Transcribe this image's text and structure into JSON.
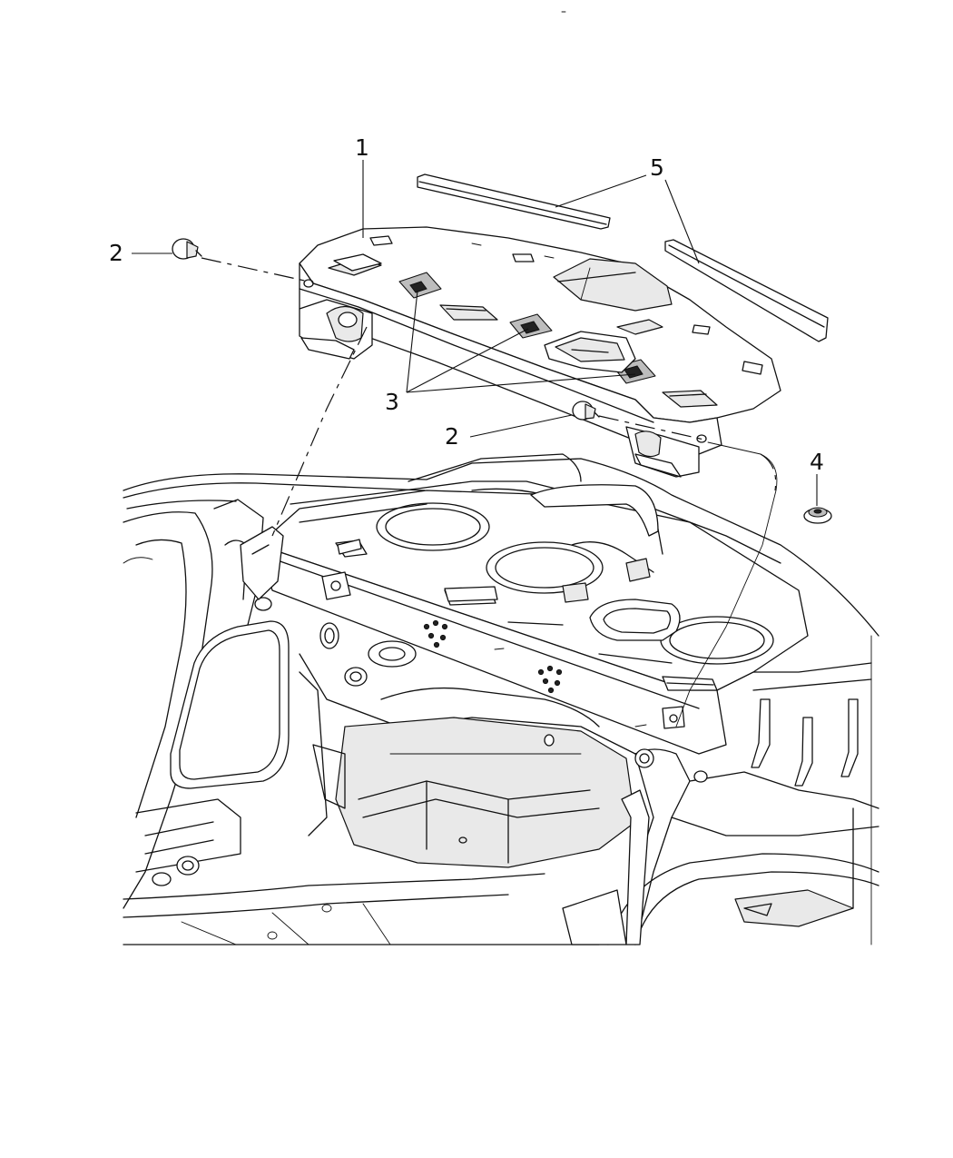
{
  "diagram": {
    "callouts": [
      {
        "id": "1",
        "label": "1"
      },
      {
        "id": "2a",
        "label": "2"
      },
      {
        "id": "2b",
        "label": "2"
      },
      {
        "id": "3",
        "label": "3"
      },
      {
        "id": "4",
        "label": "4"
      },
      {
        "id": "5",
        "label": "5"
      }
    ]
  }
}
